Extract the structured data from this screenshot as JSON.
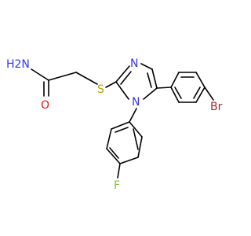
{
  "colors": {
    "background": "#ffffff",
    "bond": "#000000",
    "nitrogen": "#3333ff",
    "oxygen": "#ff0d0d",
    "sulfur": "#b8a300",
    "bromine": "#a62929",
    "fluorine": "#8fbc36"
  },
  "atoms": {
    "amide_nh2": "H2N",
    "amide_o": "O",
    "thioether_s": "S",
    "imidazole_n3": "N",
    "imidazole_n1": "N",
    "bromine": "Br",
    "fluorine": "F"
  }
}
